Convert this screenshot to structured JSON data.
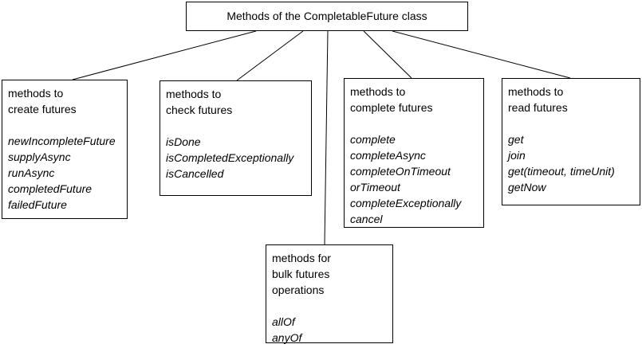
{
  "root": {
    "title": "Methods of the CompletableFuture class"
  },
  "groups": [
    {
      "heading": "methods to\ncreate futures",
      "methods": [
        "newIncompleteFuture",
        "supplyAsync",
        "runAsync",
        "completedFuture",
        "failedFuture"
      ]
    },
    {
      "heading": "methods to\ncheck futures",
      "methods": [
        "isDone",
        "isCompletedExceptionally",
        "isCancelled"
      ]
    },
    {
      "heading": "methods to\ncomplete futures",
      "methods": [
        "complete",
        "completeAsync",
        "completeOnTimeout",
        "orTimeout",
        "completeExceptionally",
        "cancel"
      ]
    },
    {
      "heading": "methods to\nread futures",
      "methods": [
        "get",
        "join",
        "get(timeout, timeUnit)",
        "getNow"
      ]
    },
    {
      "heading": "methods for\nbulk futures\noperations",
      "methods": [
        "allOf",
        "anyOf"
      ]
    }
  ],
  "colors": {
    "line": "#000000",
    "border": "#000000",
    "background": "#ffffff"
  }
}
